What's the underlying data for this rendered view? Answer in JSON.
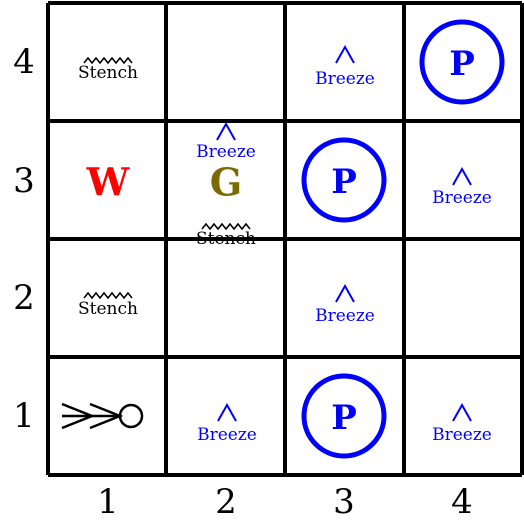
{
  "row_labels": [
    "4",
    "3",
    "2",
    "1"
  ],
  "col_labels": [
    "1",
    "2",
    "3",
    "4"
  ],
  "colors": {
    "breeze": "#0000ff",
    "pit": "#0000ff",
    "wumpus": "#ff0000",
    "gold": "#7a6a00",
    "stench": "#000000",
    "grid": "#000000"
  },
  "cells": {
    "r4c1": {
      "stench": "Stench"
    },
    "r4c3": {
      "breeze": "Breeze"
    },
    "r4c4": {
      "pit": "P"
    },
    "r3c1": {
      "wumpus": "W"
    },
    "r3c2": {
      "breeze": "Breeze",
      "gold": "G",
      "stench": "Stench"
    },
    "r3c3": {
      "pit": "P"
    },
    "r3c4": {
      "breeze": "Breeze"
    },
    "r2c1": {
      "stench": "Stench"
    },
    "r2c3": {
      "breeze": "Breeze"
    },
    "r1c1": {
      "agent": "agent-arrow-icon"
    },
    "r1c2": {
      "breeze": "Breeze"
    },
    "r1c3": {
      "pit": "P"
    },
    "r1c4": {
      "breeze": "Breeze"
    }
  }
}
